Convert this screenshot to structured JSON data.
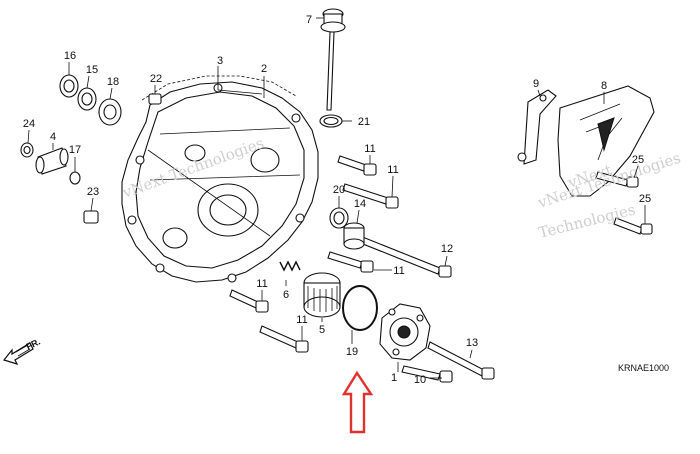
{
  "diagram": {
    "callouts": [
      {
        "id": "c1",
        "label": "1"
      },
      {
        "id": "c2",
        "label": "2"
      },
      {
        "id": "c3",
        "label": "3"
      },
      {
        "id": "c4",
        "label": "4"
      },
      {
        "id": "c5",
        "label": "5"
      },
      {
        "id": "c6",
        "label": "6"
      },
      {
        "id": "c7",
        "label": "7"
      },
      {
        "id": "c8",
        "label": "8"
      },
      {
        "id": "c9",
        "label": "9"
      },
      {
        "id": "c10",
        "label": "10"
      },
      {
        "id": "c11a",
        "label": "11"
      },
      {
        "id": "c11b",
        "label": "11"
      },
      {
        "id": "c11c",
        "label": "11"
      },
      {
        "id": "c11d",
        "label": "11"
      },
      {
        "id": "c11e",
        "label": "11"
      },
      {
        "id": "c12",
        "label": "12"
      },
      {
        "id": "c13",
        "label": "13"
      },
      {
        "id": "c14",
        "label": "14"
      },
      {
        "id": "c15",
        "label": "15"
      },
      {
        "id": "c16",
        "label": "16"
      },
      {
        "id": "c17",
        "label": "17"
      },
      {
        "id": "c18",
        "label": "18"
      },
      {
        "id": "c19",
        "label": "19"
      },
      {
        "id": "c20",
        "label": "20"
      },
      {
        "id": "c21",
        "label": "21"
      },
      {
        "id": "c22",
        "label": "22"
      },
      {
        "id": "c23",
        "label": "23"
      },
      {
        "id": "c24",
        "label": "24"
      },
      {
        "id": "c25a",
        "label": "25"
      },
      {
        "id": "c25b",
        "label": "25"
      }
    ],
    "direction_label": "FR.",
    "diagram_code": "KRNAE1000",
    "watermarks": [
      "vNext Technologies",
      "vNext Technologies",
      "vNext",
      "Technologies"
    ],
    "highlight_arrow_color": "#e0312e"
  }
}
